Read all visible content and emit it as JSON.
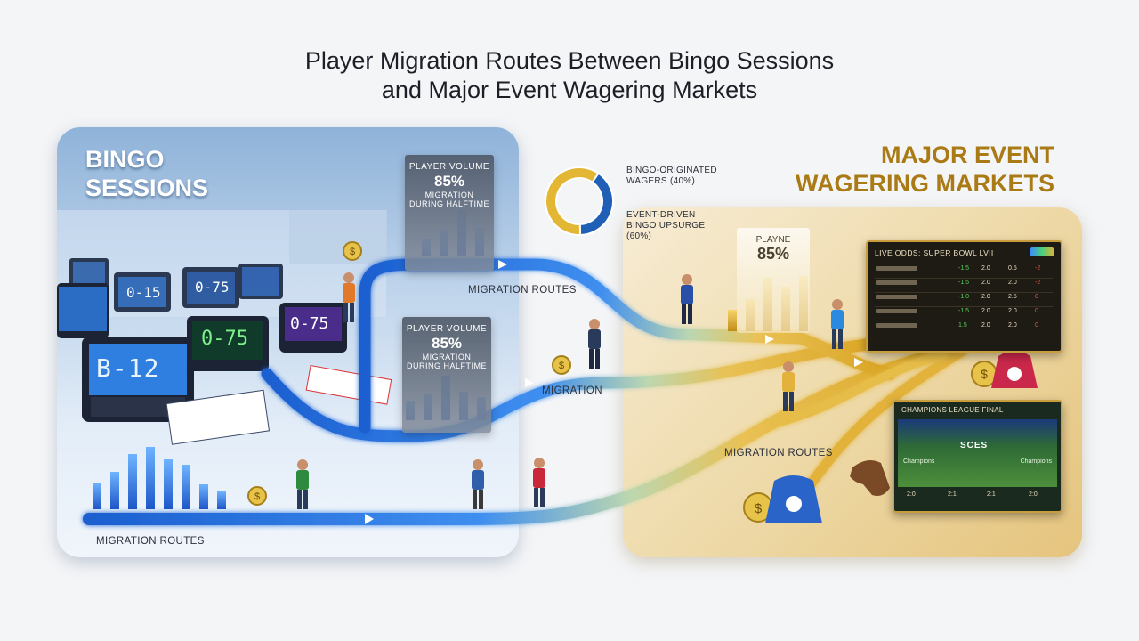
{
  "title": {
    "line1": "Player Migration Routes Between Bingo Sessions",
    "line2": "and Major Event Wagering Markets"
  },
  "bingo_panel": {
    "heading_line1": "BINGO",
    "heading_line2": "SESSIONS",
    "screens": [
      "B-12",
      "0-75",
      "0-75",
      "0-15",
      "0-75"
    ],
    "stat_cards": [
      {
        "label": "PLAYER VOLUME",
        "value": "85%",
        "sub_line1": "MIGRATION",
        "sub_line2": "DURING HALFTIME"
      },
      {
        "label": "PLAYER VOLUME",
        "value": "85%",
        "sub_line1": "MIGRATION",
        "sub_line2": "DURING HALFTIME"
      }
    ]
  },
  "markets_panel": {
    "heading_line1": "MAJOR EVENT",
    "heading_line2": "WAGERING MARKETS",
    "stat_card": {
      "label": "PLAYNE",
      "value": "85%"
    },
    "odds_board": {
      "title": "LIVE ODDS: SUPER BOWL LVII",
      "rows": [
        {
          "odds": "-1.5",
          "a": "2.0",
          "b": "0.5",
          "c": "-2"
        },
        {
          "odds": "-1.5",
          "a": "2.0",
          "b": "2.0",
          "c": "-2"
        },
        {
          "odds": "-1.0",
          "a": "2.0",
          "b": "2.5",
          "c": "0"
        },
        {
          "odds": "-1.5",
          "a": "2.0",
          "b": "2.0",
          "c": "0"
        },
        {
          "odds": "1.5",
          "a": "2.0",
          "b": "2.0",
          "c": "0"
        }
      ]
    },
    "match_board": {
      "title": "CHAMPIONS LEAGUE FINAL",
      "score": "SCES",
      "team_left": "Champions",
      "team_right": "Champions",
      "footer": [
        "2:0",
        "2:1",
        "2:1",
        "2:0"
      ]
    }
  },
  "donut": {
    "segments": [
      {
        "label_line1": "BINGO-ORIGINATED",
        "label_line2": "WAGERS (40%)",
        "value": 40,
        "color": "#1f5fb5"
      },
      {
        "label_line1": "EVENT-DRIVEN",
        "label_line2": "BINGO UPSURGE",
        "label_line3": "(60%)",
        "value": 60,
        "color": "#e3b634"
      }
    ]
  },
  "route_labels": {
    "top": "MIGRATION ROUTES",
    "middle": "MIGRATION",
    "right": "MIGRATION ROUTES",
    "bottom": "MIGRATION ROUTES"
  },
  "colors": {
    "route_blue": "#2f7de0",
    "route_gold": "#e2b23a",
    "heading_gold": "#a97a16"
  },
  "icons": [
    "dollar-coin-icon",
    "hoodie-icon",
    "horse-icon",
    "person-icon",
    "bingo-terminal-icon"
  ]
}
